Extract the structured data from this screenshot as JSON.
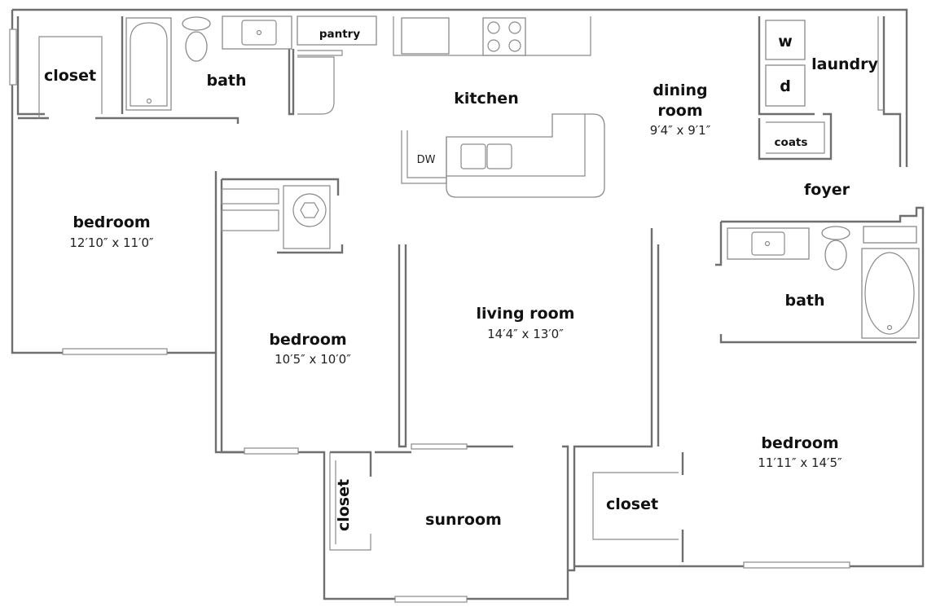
{
  "rooms": {
    "closet_top_left": {
      "label": "closet"
    },
    "bath_top": {
      "label": "bath"
    },
    "pantry": {
      "label": "pantry"
    },
    "kitchen": {
      "label": "kitchen"
    },
    "dishwasher": {
      "label": "DW"
    },
    "dining_room": {
      "label_line1": "dining",
      "label_line2": "room",
      "dimensions": "9′4″ x 9′1″"
    },
    "washer": {
      "label": "w"
    },
    "dryer": {
      "label": "d"
    },
    "laundry": {
      "label": "laundry"
    },
    "coats": {
      "label": "coats"
    },
    "foyer": {
      "label": "foyer"
    },
    "bedroom_left": {
      "label": "bedroom",
      "dimensions": "12′10″ x 11′0″"
    },
    "bedroom_middle": {
      "label": "bedroom",
      "dimensions": "10′5″ x 10′0″"
    },
    "living_room": {
      "label": "living room",
      "dimensions": "14′4″ x 13′0″"
    },
    "bath_right": {
      "label": "bath"
    },
    "bedroom_right": {
      "label": "bedroom",
      "dimensions": "11′11″ x 14′5″"
    },
    "closet_right": {
      "label": "closet"
    },
    "closet_sunroom": {
      "label": "closet"
    },
    "sunroom": {
      "label": "sunroom"
    }
  },
  "colors": {
    "wall": "#6f6f6f",
    "fixture": "#8a8a8a",
    "text": "#111111",
    "background": "#ffffff"
  }
}
